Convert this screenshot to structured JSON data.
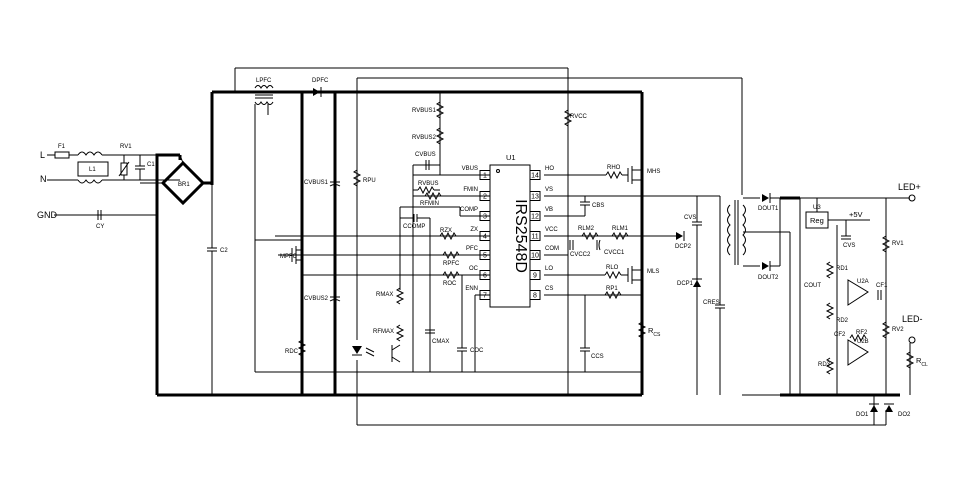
{
  "diagram": {
    "type": "schematic",
    "title": "IRS2548D LED driver schematic",
    "ic": {
      "ref": "U1",
      "part": "IRS2548D",
      "pins": [
        {
          "num": "1",
          "name": "VBUS"
        },
        {
          "num": "2",
          "name": "FMIN"
        },
        {
          "num": "3",
          "name": "COMP"
        },
        {
          "num": "4",
          "name": "ZX"
        },
        {
          "num": "5",
          "name": "PFC"
        },
        {
          "num": "6",
          "name": "OC"
        },
        {
          "num": "7",
          "name": "ENN"
        },
        {
          "num": "8",
          "name": "CS"
        },
        {
          "num": "9",
          "name": "LO"
        },
        {
          "num": "10",
          "name": "COM"
        },
        {
          "num": "11",
          "name": "VCC"
        },
        {
          "num": "12",
          "name": "VB"
        },
        {
          "num": "13",
          "name": "VS"
        },
        {
          "num": "14",
          "name": "HO"
        }
      ]
    },
    "input": {
      "line": "L",
      "neutral": "N",
      "ground": "GND",
      "components": [
        "F1",
        "L1",
        "RV1",
        "C1",
        "CY",
        "BR1",
        "C2"
      ]
    },
    "labels": {
      "f1": "F1",
      "l1": "L1",
      "rv1_in": "RV1",
      "c1": "C1",
      "cy": "CY",
      "br1": "BR1",
      "c2": "C2",
      "lpfc": "LPFC",
      "dpfc": "DPFC",
      "cvbus1": "CVBUS1",
      "cvbus2": "CVBUS2",
      "rpu": "RPU",
      "mpfc": "MPFC",
      "rdc": "RDC",
      "rvbus1": "RVBUS1",
      "rvbus2": "RVBUS2",
      "rvcc": "RVCC",
      "cvbus": "CVBUS",
      "rvbus": "RVBUS",
      "rfmin": "RFMIN",
      "ccomp": "CCOMP",
      "rzx": "RZX",
      "rpfc": "RPFC",
      "roc": "ROC",
      "rmax": "RMAX",
      "rfmax": "RFMAX",
      "cmax": "CMAX",
      "coc": "COC",
      "rho": "RHO",
      "mhs": "MHS",
      "cbs": "CBS",
      "rlm2": "RLM2",
      "rlm1": "RLM1",
      "cvcc1": "CVCC1",
      "cvcc2": "CVCC2",
      "rlo": "RLO",
      "mls": "MLS",
      "rp1": "RP1",
      "rcs": "R",
      "rcs_sub": "CS",
      "ccs": "CCS",
      "cvs": "CVS",
      "dcp2": "DCP2",
      "dcp1": "DCP1",
      "cres": "CRES",
      "dout1": "DOUT1",
      "dout2": "DOUT2",
      "cout": "COUT",
      "u3": "U3",
      "reg": "Reg",
      "plus5v": "+5V",
      "cvs2": "CVS",
      "rd1": "RD1",
      "rd2": "RD2",
      "rd3": "RD3",
      "u2a": "U2A",
      "u2b": "U2B",
      "cf1": "CF1",
      "cf2": "CF2",
      "rf2": "RF2",
      "rv1_out": "RV1",
      "rv2": "RV2",
      "rcl": "R",
      "rcl_sub": "CL",
      "do1": "DO1",
      "do2": "DO2",
      "led_plus": "LED+",
      "led_minus": "LED-"
    }
  }
}
